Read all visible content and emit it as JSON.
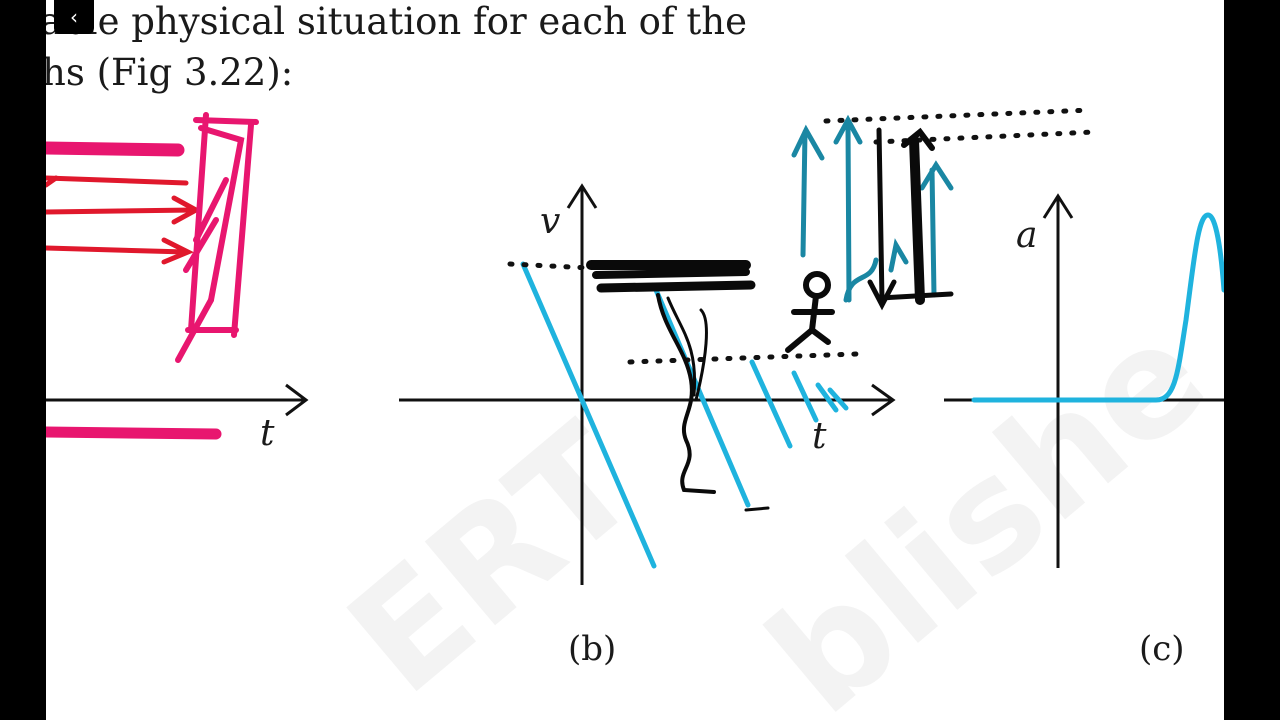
{
  "document": {
    "heading_line1": "able physical situation for each of the",
    "heading_line2": "hs (Fig 3.22):"
  },
  "figures": {
    "a": {
      "axis_t": "t"
    },
    "b": {
      "axis_v": "v",
      "axis_t": "t",
      "label": "(b)"
    },
    "c": {
      "axis_a": "a",
      "label": "(c)"
    }
  },
  "watermark_text": "NCERT Published",
  "back_icon": "chevron-left-icon",
  "colors": {
    "pink_ink": "#e8166f",
    "red_ink": "#e0182c",
    "cyan_plot": "#1fb3de",
    "teal_ink": "#1a87a3",
    "black_ink": "#0a0a0a",
    "watermark": "#f2f2f2"
  }
}
